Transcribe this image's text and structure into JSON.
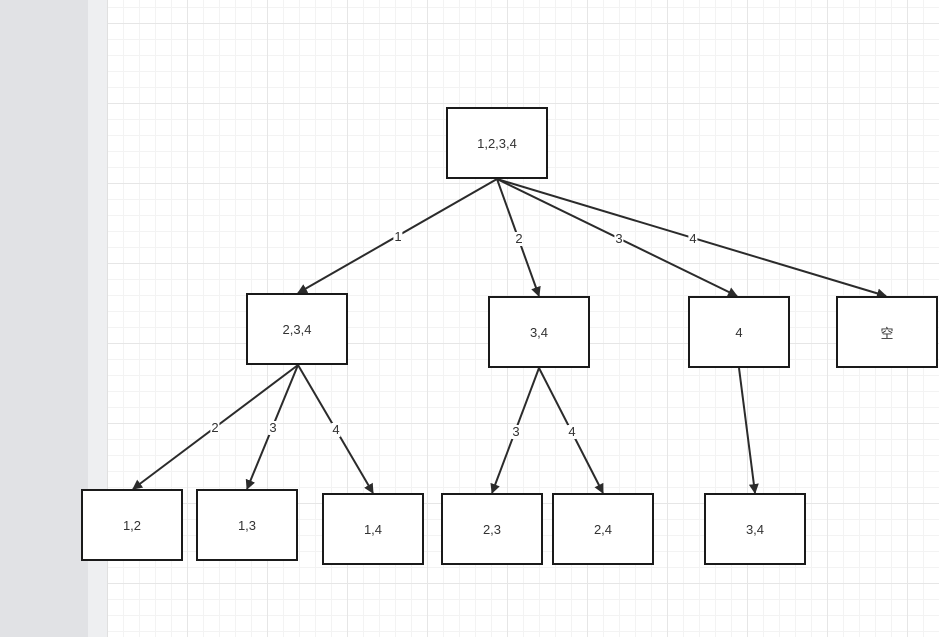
{
  "colors": {
    "edge": "#2b2b2b",
    "node_border": "#1a1a1a",
    "text": "#333333",
    "sidebar": "#e1e2e5"
  },
  "nodes": {
    "root": "1,2,3,4",
    "n234": "2,3,4",
    "n34a": "3,4",
    "n4": "4",
    "empty": "空",
    "n12": "1,2",
    "n13": "1,3",
    "n14": "1,4",
    "n23": "2,3",
    "n24": "2,4",
    "n34b": "3,4"
  },
  "edges": {
    "root_n234": "1",
    "root_n34a": "2",
    "root_n4": "3",
    "root_empty": "4",
    "n234_n12": "2",
    "n234_n13": "3",
    "n234_n14": "4",
    "n34a_n23": "3",
    "n34a_n24": "4",
    "n4_n34b": ""
  }
}
